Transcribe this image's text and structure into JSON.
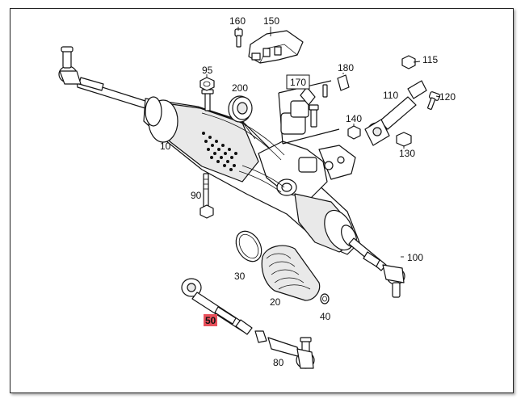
{
  "diagram": {
    "highlight_color": "#e8505b",
    "parts": [
      {
        "id": "p10",
        "label": "10"
      },
      {
        "id": "p20",
        "label": "20"
      },
      {
        "id": "p30",
        "label": "30"
      },
      {
        "id": "p40",
        "label": "40"
      },
      {
        "id": "p50",
        "label": "50",
        "highlighted": true
      },
      {
        "id": "p80",
        "label": "80"
      },
      {
        "id": "p90",
        "label": "90"
      },
      {
        "id": "p95",
        "label": "95"
      },
      {
        "id": "p100",
        "label": "100"
      },
      {
        "id": "p110",
        "label": "110"
      },
      {
        "id": "p115",
        "label": "115"
      },
      {
        "id": "p120",
        "label": "120"
      },
      {
        "id": "p130",
        "label": "130"
      },
      {
        "id": "p140",
        "label": "140"
      },
      {
        "id": "p150",
        "label": "150"
      },
      {
        "id": "p160",
        "label": "160"
      },
      {
        "id": "p170",
        "label": "170",
        "boxed": true
      },
      {
        "id": "p180",
        "label": "180"
      },
      {
        "id": "p200",
        "label": "200"
      }
    ]
  }
}
